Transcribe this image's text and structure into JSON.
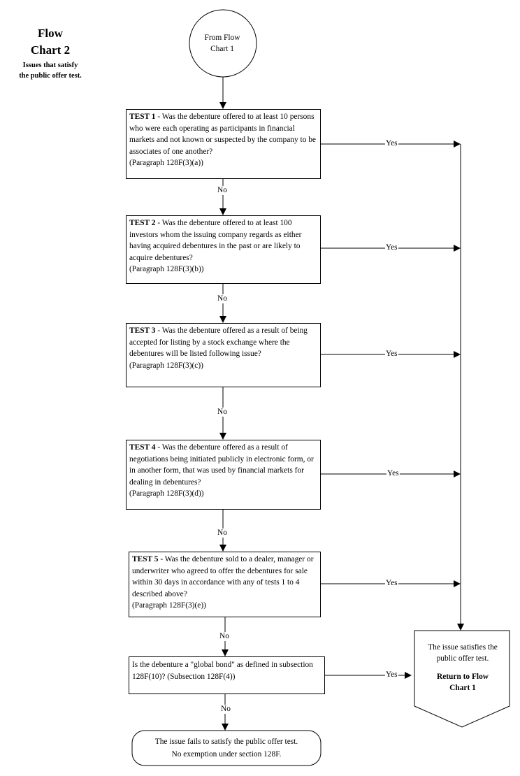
{
  "header": {
    "title_line1": "Flow",
    "title_line2": "Chart 2",
    "subtitle_line1": "Issues that satisfy",
    "subtitle_line2": "the public offer test."
  },
  "start": {
    "line1": "From Flow",
    "line2": "Chart 1"
  },
  "tests": [
    {
      "heading": "TEST 1",
      "text": " - Was the debenture offered to at least 10 persons who were each operating as participants in financial markets and not known or suspected by the company to be associates of one another?",
      "reference": "(Paragraph 128F(3)(a))"
    },
    {
      "heading": "TEST 2",
      "text": " - Was the debenture offered to at least 100 investors whom the issuing company regards as either having acquired debentures in the past or are likely to acquire debentures?",
      "reference": "(Paragraph 128F(3)(b))"
    },
    {
      "heading": "TEST 3",
      "text": " - Was the debenture offered as a result of being accepted for listing by a stock exchange where the debentures will be listed following issue?",
      "reference": "(Paragraph 128F(3)(c))"
    },
    {
      "heading": "TEST 4",
      "text": " - Was the debenture offered as a result of negotiations being initiated publicly in electronic form, or in another form, that was used by financial markets for dealing in debentures?",
      "reference": "(Paragraph 128F(3)(d))"
    },
    {
      "heading": "TEST 5",
      "text": " - Was the debenture sold to a dealer, manager or underwriter  who agreed to offer the debentures for sale within 30 days in accordance with any of  tests 1 to 4 described above?",
      "reference": "(Paragraph 128F(3)(e))"
    }
  ],
  "global_bond": {
    "text": "Is the debenture a \"global bond\" as defined in subsection 128F(10)? (Subsection 128F(4))"
  },
  "labels": {
    "yes": "Yes",
    "no": "No"
  },
  "result": {
    "line1": "The issue satisfies the",
    "line2": "public offer test.",
    "return_line1": "Return to Flow",
    "return_line2": "Chart 1"
  },
  "fail": {
    "line1": "The issue fails to satisfy the public offer test.",
    "line2": "No exemption under section 128F."
  }
}
